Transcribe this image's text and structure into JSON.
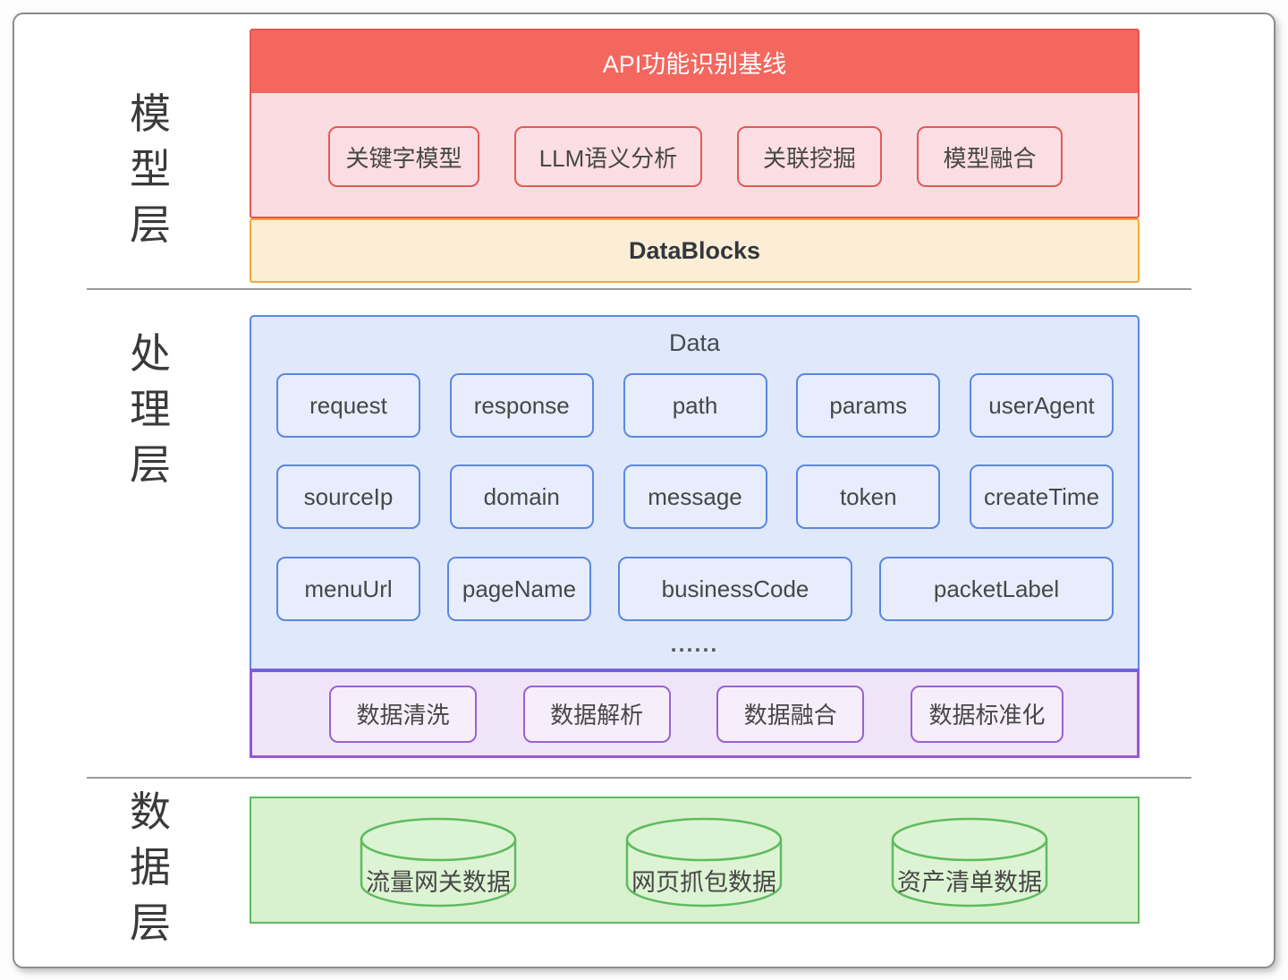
{
  "diagram": {
    "layers": [
      {
        "id": "model",
        "label": "模型层",
        "label_chars": [
          "模",
          "型",
          "层"
        ]
      },
      {
        "id": "processing",
        "label": "处理层",
        "label_chars": [
          "处",
          "理",
          "层"
        ]
      },
      {
        "id": "data",
        "label": "数据层",
        "label_chars": [
          "数",
          "据",
          "层"
        ]
      }
    ],
    "model": {
      "header": "API功能识别基线",
      "models": [
        "关键字模型",
        "LLM语义分析",
        "关联挖掘",
        "模型融合"
      ],
      "framework": "DataBlocks"
    },
    "processing": {
      "data_title": "Data",
      "fields_row1": [
        "request",
        "response",
        "path",
        "params",
        "userAgent"
      ],
      "fields_row2": [
        "sourceIp",
        "domain",
        "message",
        "token",
        "createTime"
      ],
      "fields_row3": [
        "menuUrl",
        "pageName",
        "businessCode",
        "packetLabel"
      ],
      "ellipsis": "......",
      "steps": [
        "数据清洗",
        "数据解析",
        "数据融合",
        "数据标准化"
      ]
    },
    "data": {
      "sources": [
        "流量网关数据",
        "网页抓包数据",
        "资产清单数据"
      ]
    },
    "colors": {
      "model_header_fill": "#f4675e",
      "model_body_fill": "#fbdde1",
      "model_border": "#e2574f",
      "datablocks_fill": "#fceed6",
      "datablocks_border": "#f2a93b",
      "processing_fill": "#e0e8fb",
      "processing_border": "#5b87e0",
      "steps_fill": "#f0e5f8",
      "steps_border": "#9a62d2",
      "data_fill": "#d9f1cf",
      "data_border": "#5fbb5f"
    }
  }
}
